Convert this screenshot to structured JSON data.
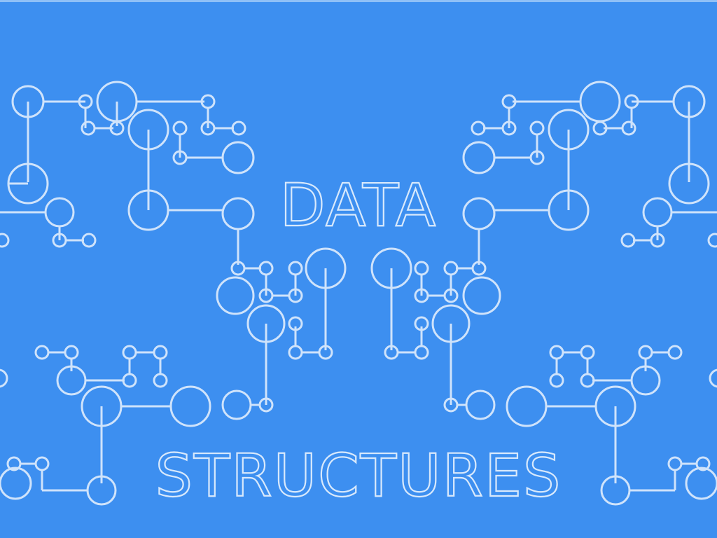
{
  "banner": {
    "title_line1": "DATA",
    "title_line2": "STRUCTURES",
    "background_color": "#3d8ff0",
    "line_color": "#cfe3fb",
    "graphic": "tree-network-pattern"
  }
}
